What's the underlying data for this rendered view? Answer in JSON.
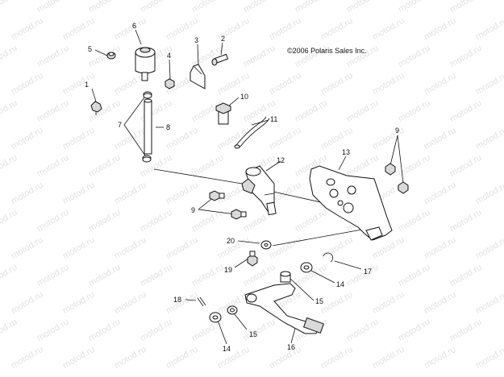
{
  "copyright": "©2006 Polaris Sales Inc.",
  "watermark": "motod.ru",
  "callouts": {
    "c1": "1",
    "c2": "2",
    "c3": "3",
    "c4": "4",
    "c5": "5",
    "c6": "6",
    "c7": "7",
    "c8": "8",
    "c9a": "9",
    "c9b": "9",
    "c10": "10",
    "c11": "11",
    "c12": "12",
    "c13": "13",
    "c14a": "14",
    "c14b": "14",
    "c15a": "15",
    "c15b": "15",
    "c16": "16",
    "c17": "17",
    "c18": "18",
    "c19": "19",
    "c20": "20"
  },
  "colors": {
    "line": "#111111",
    "watermark": "#e2e2e2",
    "background": "#ffffff"
  }
}
